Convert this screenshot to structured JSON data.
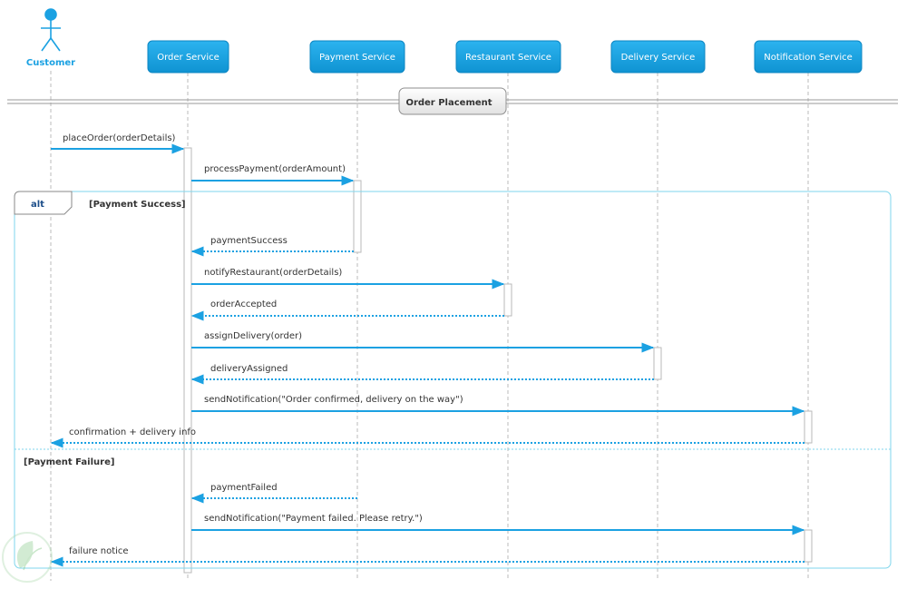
{
  "actor": {
    "label": "Customer"
  },
  "participants": [
    {
      "key": "order",
      "label": "Order Service"
    },
    {
      "key": "payment",
      "label": "Payment Service"
    },
    {
      "key": "restaurant",
      "label": "Restaurant Service"
    },
    {
      "key": "delivery",
      "label": "Delivery Service"
    },
    {
      "key": "notification",
      "label": "Notification Service"
    }
  ],
  "divider": {
    "label": "Order Placement"
  },
  "alt_fragment": {
    "operator": "alt",
    "guard_success": "[Payment Success]",
    "guard_failure": "[Payment Failure]"
  },
  "messages": [
    {
      "from": "customer",
      "to": "order",
      "label": "placeOrder(orderDetails)",
      "style": "sync"
    },
    {
      "from": "order",
      "to": "payment",
      "label": "processPayment(orderAmount)",
      "style": "sync"
    },
    {
      "from": "payment",
      "to": "order",
      "label": "paymentSuccess",
      "style": "return"
    },
    {
      "from": "order",
      "to": "restaurant",
      "label": "notifyRestaurant(orderDetails)",
      "style": "sync"
    },
    {
      "from": "restaurant",
      "to": "order",
      "label": "orderAccepted",
      "style": "return"
    },
    {
      "from": "order",
      "to": "delivery",
      "label": "assignDelivery(order)",
      "style": "sync"
    },
    {
      "from": "delivery",
      "to": "order",
      "label": "deliveryAssigned",
      "style": "return"
    },
    {
      "from": "order",
      "to": "notification",
      "label": "sendNotification(\"Order confirmed, delivery on the way\")",
      "style": "sync"
    },
    {
      "from": "notification",
      "to": "customer",
      "label": "confirmation + delivery info",
      "style": "return"
    },
    {
      "from": "payment",
      "to": "order",
      "label": "paymentFailed",
      "style": "return"
    },
    {
      "from": "order",
      "to": "notification",
      "label": "sendNotification(\"Payment failed. Please retry.\")",
      "style": "sync"
    },
    {
      "from": "notification",
      "to": "customer",
      "label": "failure notice",
      "style": "return"
    }
  ],
  "colors": {
    "accent": "#1ba1e2",
    "header_fill": "#1ba1e2",
    "lifeline": "#bbbbbb",
    "fragment_border": "#7fd6ec",
    "alt_text": "#1e4f8a"
  }
}
